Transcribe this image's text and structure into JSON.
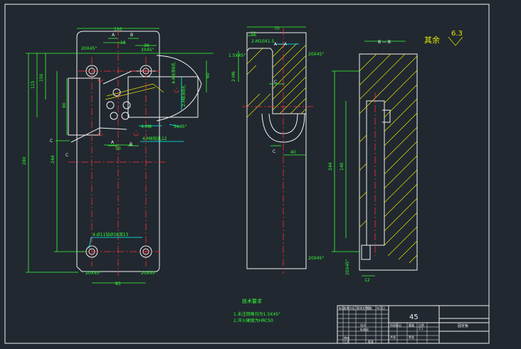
{
  "dims": {
    "d110": "110",
    "d18": "18",
    "d36": "36",
    "d20x45_a": "20X45°",
    "d3x45": "3X45°",
    "d150": "150",
    "d115": "115",
    "d280": "280",
    "d244": "244",
    "d90": "90",
    "d60": "60",
    "d50": "50",
    "d85": "85",
    "d20x45_b": "20X45°",
    "d20x45_c": "20X45°",
    "d4m8": "4-M8",
    "d4m8_8": "4-M8深8孔",
    "d4m8_12": "4-M8钻孔12",
    "d2m8": "2-M8深8孔",
    "d4_11": "4-Ø11钻Ø18深13",
    "d2_m6": "2-M6",
    "d70": "70",
    "d12": "12",
    "d2m10": "2-M10X1.5",
    "d40": "40",
    "d20x45_d": "20X45°",
    "d20x45_e": "20X45°",
    "d140": "140",
    "d244_side": "244",
    "d12_side": "12",
    "d1_5x45": "1.5X45°",
    "d20x45_f": "20X45°",
    "d5x45": "5X45°"
  },
  "labels": {
    "A": "A",
    "B": "B",
    "C": "C",
    "section_AA": "A — A",
    "section_BB": "B — B",
    "section_CC": "C",
    "roughness_title": "其余",
    "roughness_value": "6.3"
  },
  "notes": {
    "title": "技术要求",
    "line1": "1.未注倒角均为1.5X45°",
    "line2": "2.淬火硬度为HRC50"
  },
  "titleblock": {
    "material": "45",
    "part_name": "固定板",
    "scale": "1:1",
    "cells": [
      "标记",
      "处数",
      "分区",
      "更改文件号",
      "签名",
      "年月日",
      "设计",
      "标准化",
      "审核",
      "工艺",
      "批准",
      "阶段标记",
      "重量",
      "比例",
      "共张",
      "第张"
    ]
  },
  "colors": {
    "background": "#212830",
    "outline": "#f2f2f2",
    "dimension": "#33ff33",
    "leader": "#00ffff",
    "centerline": "#ff3030",
    "hatch": "#e8e800"
  }
}
